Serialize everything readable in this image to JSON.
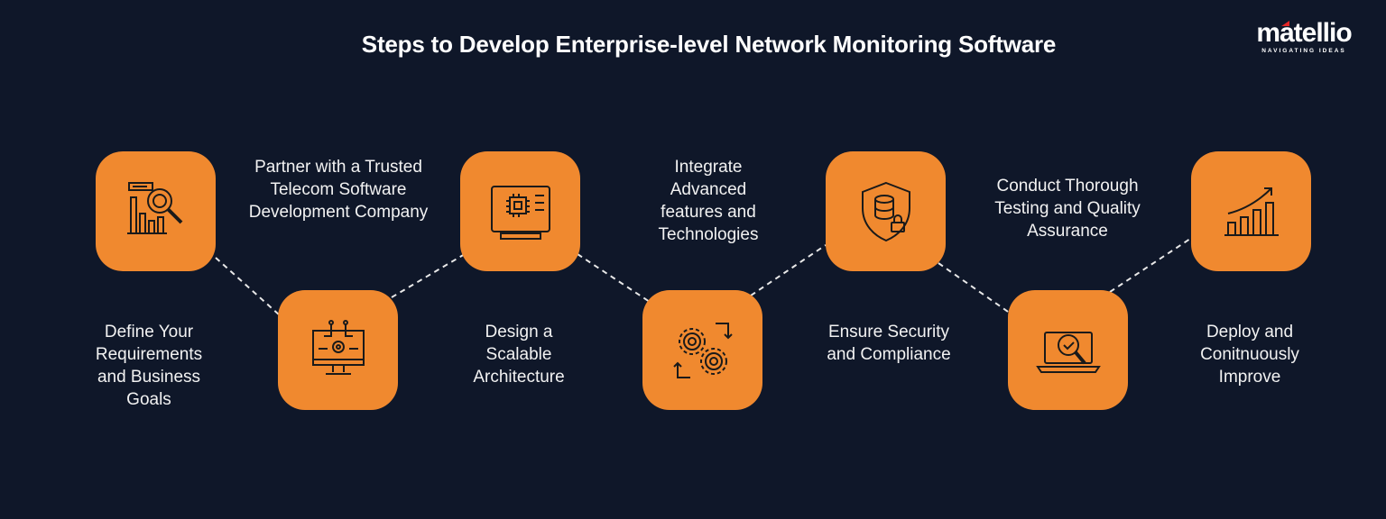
{
  "title": "Steps to Develop Enterprise-level Network Monitoring Software",
  "logo": {
    "name": "matellio",
    "tagline": "NAVIGATING IDEAS"
  },
  "colors": {
    "background": "#0f1729",
    "accent": "#f0892f",
    "text": "#ffffff"
  },
  "steps": [
    {
      "label": "Define Your Requirements and Business Goals",
      "icon": "analytics-search-icon"
    },
    {
      "label": "Partner with a Trusted Telecom Software Development Company",
      "icon": "monitor-circuit-gear-icon"
    },
    {
      "label": "Design a Scalable Architecture",
      "icon": "blueprint-chip-icon"
    },
    {
      "label": "Integrate Advanced features and Technologies",
      "icon": "gears-sync-icon"
    },
    {
      "label": "Ensure Security and Compliance",
      "icon": "shield-database-lock-icon"
    },
    {
      "label": "Conduct Thorough Testing and Quality Assurance",
      "icon": "laptop-check-magnifier-icon"
    },
    {
      "label": "Deploy and Conitnuously Improve",
      "icon": "growth-chart-icon"
    }
  ]
}
